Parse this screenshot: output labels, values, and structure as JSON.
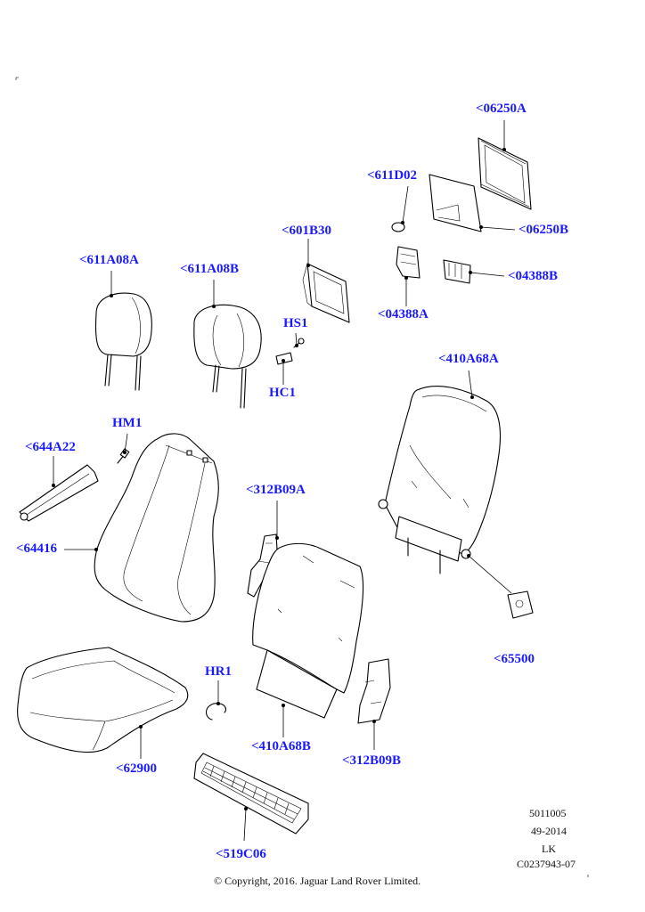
{
  "callouts": {
    "c06250A": "<06250A",
    "c611D02": "<611D02",
    "c06250B": "<06250B",
    "c601B30": "<601B30",
    "c611A08A": "<611A08A",
    "c611A08B": "<611A08B",
    "c04388B": "<04388B",
    "c04388A": "<04388A",
    "cHS1": "HS1",
    "cHC1": "HC1",
    "c410A68A": "<410A68A",
    "cHM1": "HM1",
    "c644A22": "<644A22",
    "c312B09A": "<312B09A",
    "c64416": "<64416",
    "c65500": "<65500",
    "cHR1": "HR1",
    "c410A68B": "<410A68B",
    "c312B09B": "<312B09B",
    "c62900": "<62900",
    "c519C06": "<519C06"
  },
  "meta": {
    "line1": "5011005",
    "line2": "49-2014",
    "line3": "LK",
    "line4": "C0237943-07",
    "copyright": "© Copyright, 2016. Jaguar Land Rover Limited."
  },
  "colors": {
    "callout": "#1a1aff",
    "line": "#000000"
  }
}
